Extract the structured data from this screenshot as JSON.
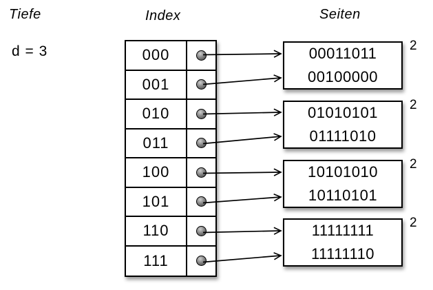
{
  "labels": {
    "depth_title": "Tiefe",
    "depth_value": "d = 3",
    "index_title": "Index",
    "pages_title": "Seiten"
  },
  "index_table": {
    "rows": [
      "000",
      "001",
      "010",
      "011",
      "100",
      "101",
      "110",
      "111"
    ]
  },
  "pages": [
    {
      "values": [
        "00011011",
        "00100000"
      ],
      "local_depth": "2"
    },
    {
      "values": [
        "01010101",
        "01111010"
      ],
      "local_depth": "2"
    },
    {
      "values": [
        "10101010",
        "10110101"
      ],
      "local_depth": "2"
    },
    {
      "values": [
        "11111111",
        "11111110"
      ],
      "local_depth": "2"
    }
  ],
  "colors": {
    "background": "#ffffff",
    "stroke": "#000000",
    "fill": "#ffffff",
    "shadow": "rgba(0,0,0,0.40)"
  }
}
